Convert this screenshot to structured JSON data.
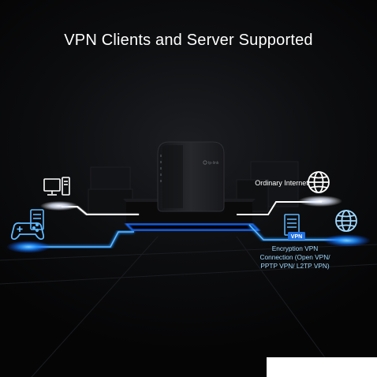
{
  "headline": "VPN Clients and Server Supported",
  "labels": {
    "internet": "Ordinary Internet",
    "encryption": "Encryption VPN Connection (Open VPN/ PPTP VPN/ L2TP VPN)",
    "vpn_badge": "VPN"
  },
  "icons": {
    "router": "router-device-icon",
    "pc": "desktop-computer-icon",
    "nas": "storage-server-icon",
    "gamepad": "game-controller-icon",
    "globe_white": "globe-icon",
    "globe_blue": "globe-icon",
    "vpn_server": "vpn-server-icon"
  },
  "colors": {
    "white_link": "#ffffff",
    "vpn_link": "#1f8fff",
    "vpn_label": "#9fd8ff",
    "background": "#0c0d0f"
  }
}
